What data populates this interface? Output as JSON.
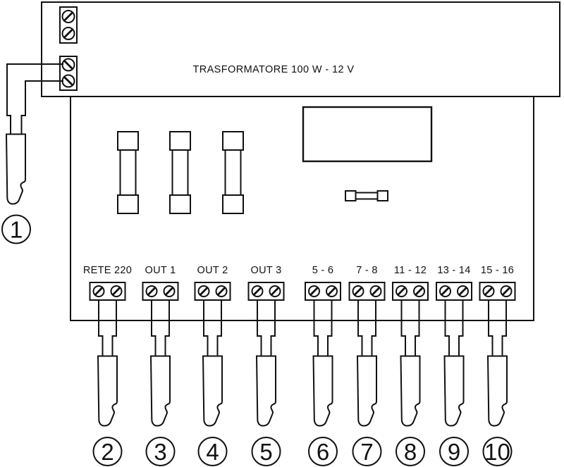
{
  "diagram": {
    "transformer_title": "TRASFORMATORE 100 W - 12 V",
    "mains_plug": {
      "callout": "1"
    },
    "terminals": [
      {
        "label": "RETE 220",
        "callout": "2"
      },
      {
        "label": "OUT 1",
        "callout": "3"
      },
      {
        "label": "OUT 2",
        "callout": "4"
      },
      {
        "label": "OUT 3",
        "callout": "5"
      },
      {
        "label": "5 - 6",
        "callout": "6"
      },
      {
        "label": "7 - 8",
        "callout": "7"
      },
      {
        "label": "11 - 12",
        "callout": "8"
      },
      {
        "label": "13 - 14",
        "callout": "9"
      },
      {
        "label": "15 - 16",
        "callout": "10"
      }
    ],
    "icons": {
      "screw_terminal": "screw-terminal-icon",
      "vertical_fuse": "fuse-icon",
      "pcb_fuse": "pcb-fuse-icon",
      "cable_plug": "plug-connector-icon"
    },
    "colors": {
      "line": "#111111",
      "background": "#ffffff"
    }
  }
}
